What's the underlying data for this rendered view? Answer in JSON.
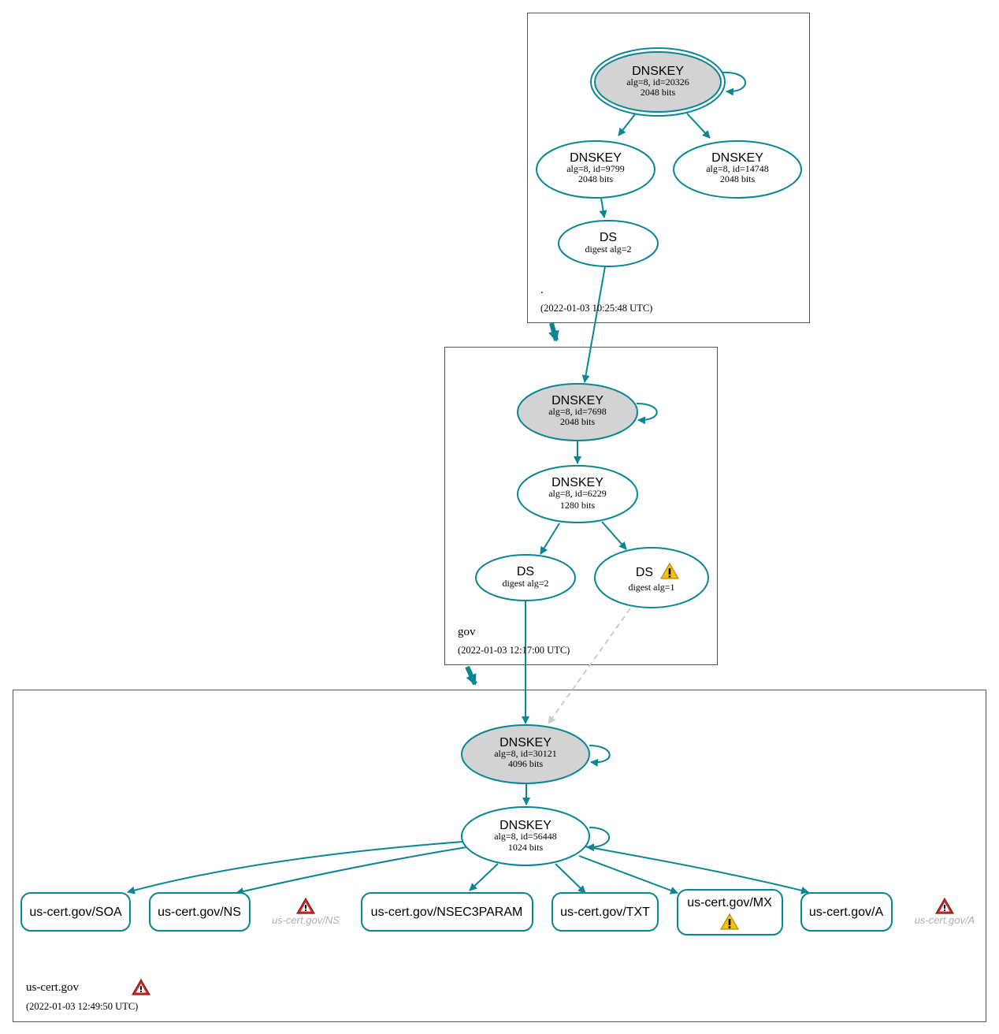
{
  "colors": {
    "edge": "#0a8593",
    "ksk_fill": "#d3d3d3",
    "node_fill": "#ffffff",
    "insecure_edge": "#cccccc",
    "error": "#c62828",
    "warning": "#f4c20d",
    "ghost_text": "#b0b0b0"
  },
  "zones": {
    "root": {
      "name": ".",
      "timestamp": "(2022-01-03 10:25:48 UTC)",
      "nodes": {
        "ksk": {
          "title": "DNSKEY",
          "line1": "alg=8, id=20326",
          "line2": "2048 bits"
        },
        "zsk1": {
          "title": "DNSKEY",
          "line1": "alg=8, id=9799",
          "line2": "2048 bits"
        },
        "zsk2": {
          "title": "DNSKEY",
          "line1": "alg=8, id=14748",
          "line2": "2048 bits"
        },
        "ds": {
          "title": "DS",
          "line1": "digest alg=2"
        }
      }
    },
    "gov": {
      "name": "gov",
      "timestamp": "(2022-01-03 12:17:00 UTC)",
      "nodes": {
        "ksk": {
          "title": "DNSKEY",
          "line1": "alg=8, id=7698",
          "line2": "2048 bits"
        },
        "zsk": {
          "title": "DNSKEY",
          "line1": "alg=8, id=6229",
          "line2": "1280 bits"
        },
        "ds2": {
          "title": "DS",
          "line1": "digest alg=2"
        },
        "ds1": {
          "title": "DS",
          "line1": "digest alg=1",
          "status": "warning-icon"
        }
      }
    },
    "uscert": {
      "name": "us-cert.gov",
      "timestamp": "(2022-01-03 12:49:50 UTC)",
      "status": "error-icon",
      "nodes": {
        "ksk": {
          "title": "DNSKEY",
          "line1": "alg=8, id=30121",
          "line2": "4096 bits"
        },
        "zsk": {
          "title": "DNSKEY",
          "line1": "alg=8, id=56448",
          "line2": "1024 bits"
        }
      },
      "records": [
        {
          "label": "us-cert.gov/SOA"
        },
        {
          "label": "us-cert.gov/NS"
        },
        {
          "label": "us-cert.gov/NSEC3PARAM"
        },
        {
          "label": "us-cert.gov/TXT"
        },
        {
          "label": "us-cert.gov/MX",
          "status": "warning-icon"
        },
        {
          "label": "us-cert.gov/A"
        }
      ],
      "ghost_records": [
        {
          "label": "us-cert.gov/NS",
          "status": "error-icon"
        },
        {
          "label": "us-cert.gov/A",
          "status": "error-icon"
        }
      ]
    }
  }
}
